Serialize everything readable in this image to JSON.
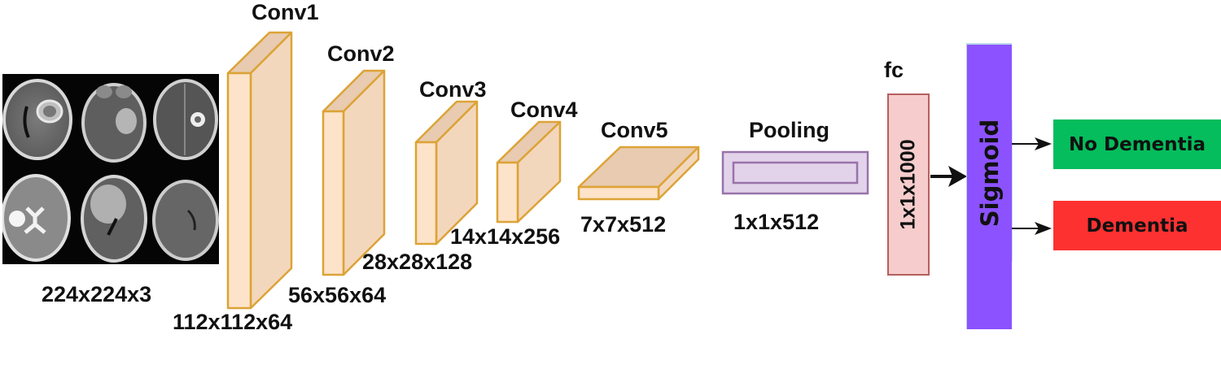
{
  "diagram": {
    "type": "cnn-architecture",
    "input": {
      "label": "224x224x3",
      "image_description": "6 axial brain MRI scans (2 rows x 3) showing lesions"
    },
    "layers": [
      {
        "name": "Conv1",
        "dims": "112x112x64"
      },
      {
        "name": "Conv2",
        "dims": "56x56x64"
      },
      {
        "name": "Conv3",
        "dims": "28x28x128"
      },
      {
        "name": "Conv4",
        "dims": "14x14x256"
      },
      {
        "name": "Conv5",
        "dims": "7x7x512"
      }
    ],
    "pooling": {
      "name": "Pooling",
      "dims": "1x1x512"
    },
    "fc": {
      "name": "fc",
      "dims": "1x1x1000"
    },
    "activation": {
      "name": "Sigmoid"
    },
    "outputs": [
      {
        "label": "No Dementia",
        "color": "#05bd5c"
      },
      {
        "label": "Dementia",
        "color": "#fe3131"
      }
    ],
    "colors": {
      "conv_front": "#fde3c9",
      "conv_side": "#f3d7bd",
      "conv_top": "#e8cbb0",
      "conv_stroke": "#dca336",
      "pool_fill": "#e2d3ea",
      "pool_stroke": "#9873aa",
      "fc_fill": "#f6cccc",
      "fc_stroke": "#b5605e",
      "sigmoid_fill": "#8c52ff"
    }
  }
}
